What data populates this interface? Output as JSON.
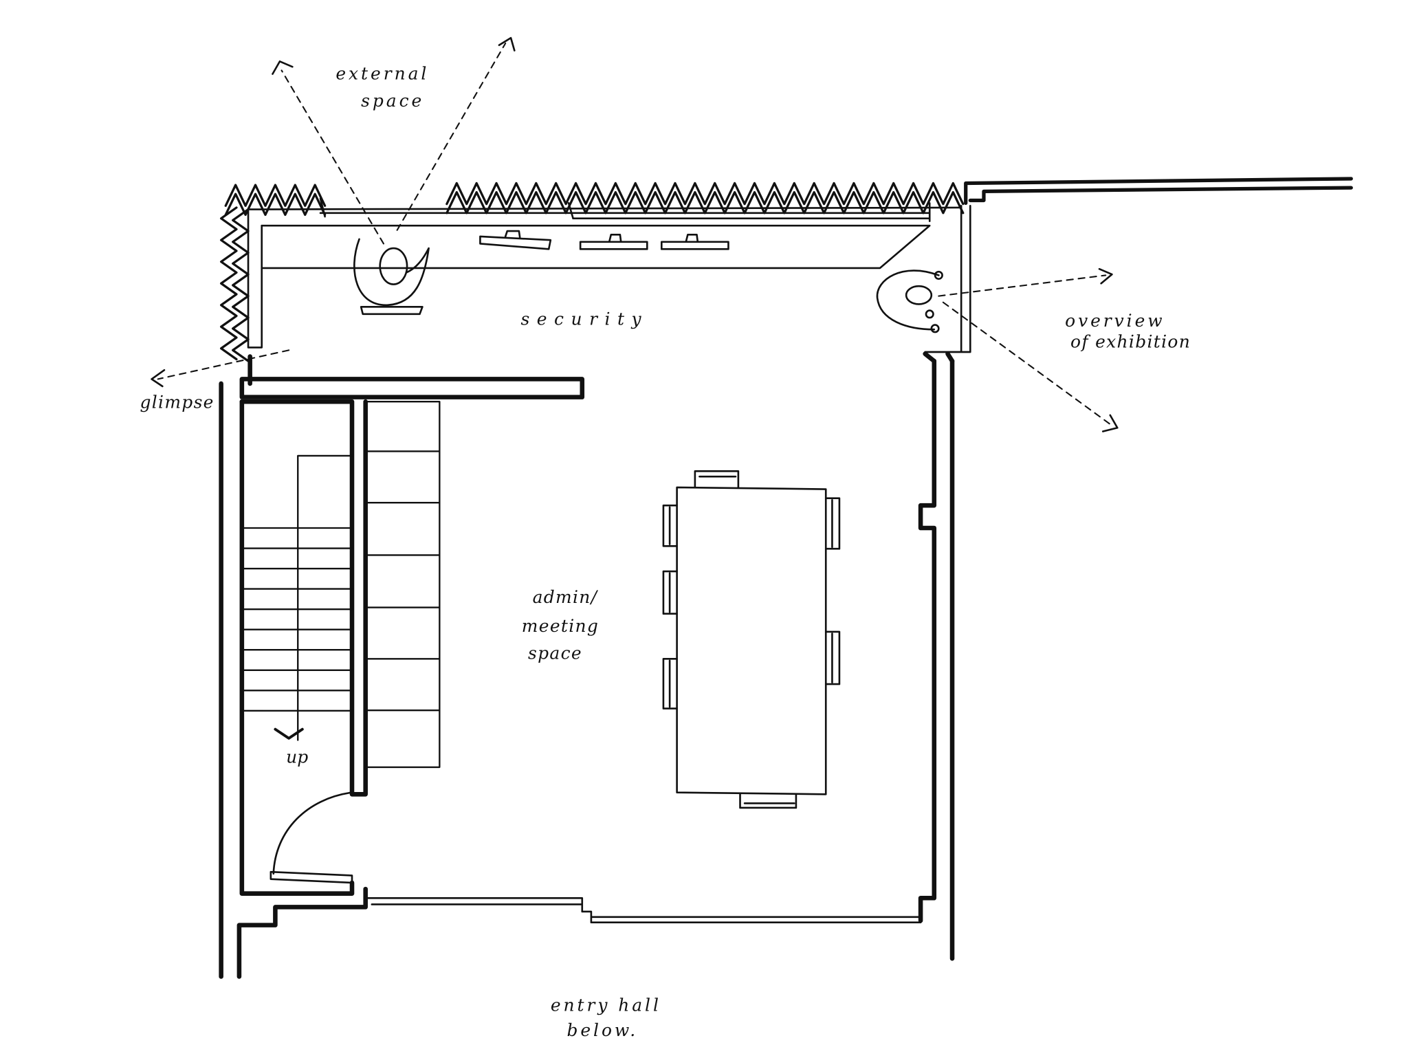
{
  "title": "Upper floor plan sketch",
  "ink_color": "#111111",
  "labels": {
    "external_space_1": "external",
    "external_space_2": "space",
    "security": "security",
    "overview_1": "overview",
    "overview_2": "of exhibition",
    "glimpse": "glimpse",
    "admin_1": "admin/",
    "admin_2": "meeting",
    "admin_3": "space",
    "up": "up",
    "entry_1": "entry hall",
    "entry_2": "below."
  }
}
